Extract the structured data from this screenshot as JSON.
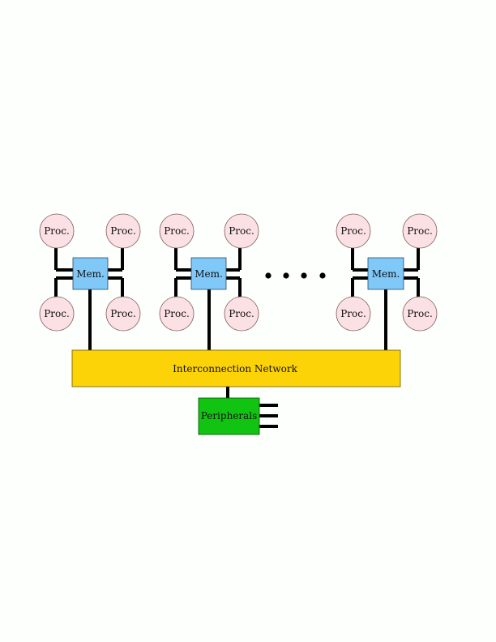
{
  "colors": {
    "processor_fill": "#fbe0e4",
    "memory_fill": "#7fc8f8",
    "network_fill": "#fcd307",
    "peripherals_fill": "#12c412",
    "wire": "#000000",
    "background": "#fdfffc"
  },
  "labels": {
    "processor": "Proc.",
    "memory": "Mem.",
    "network": "Interconnection Network",
    "peripherals": "Peripherals"
  },
  "nodes": [
    {
      "processors": 4
    },
    {
      "processors": 4
    },
    {
      "processors": 4
    }
  ],
  "ellipsis_dots": 4,
  "peripheral_ports": 3
}
